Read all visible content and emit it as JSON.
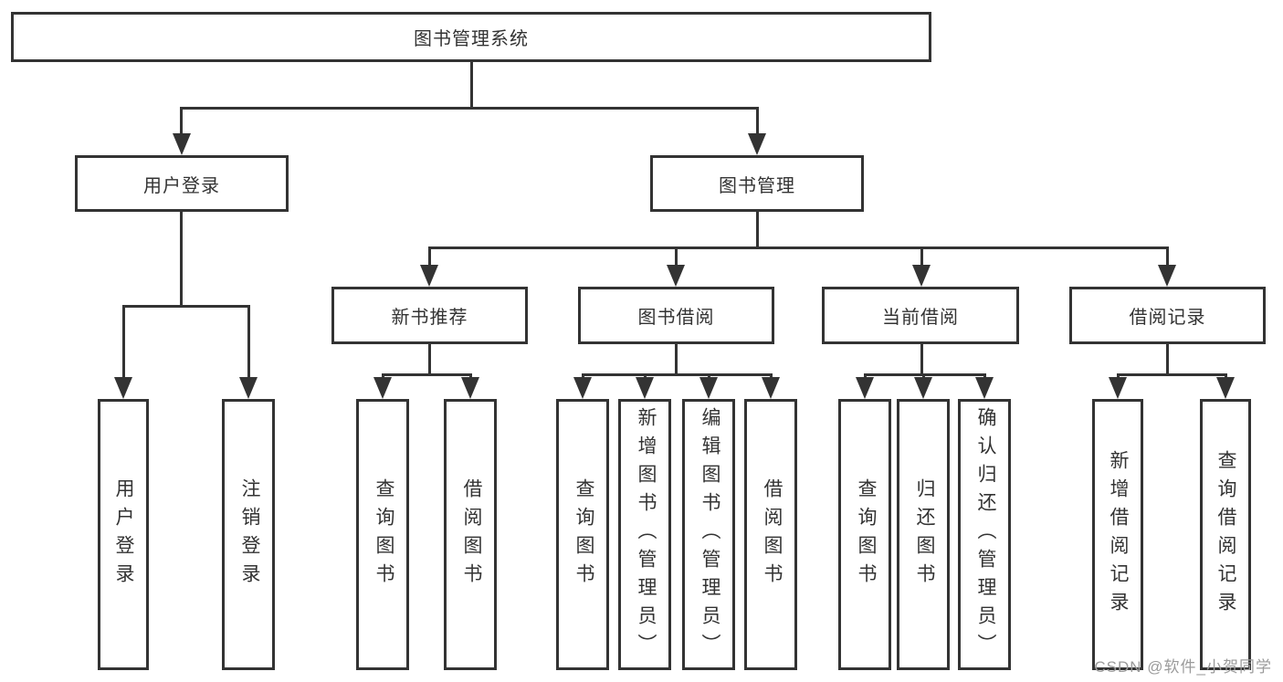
{
  "diagram": {
    "type": "hierarchy-tree",
    "root": {
      "label": "图书管理系统"
    },
    "level2": [
      {
        "id": "user-login",
        "label": "用户登录"
      },
      {
        "id": "book-management",
        "label": "图书管理"
      }
    ],
    "level3": [
      {
        "id": "new-book-recommend",
        "parent": "book-management",
        "label": "新书推荐"
      },
      {
        "id": "book-borrow",
        "parent": "book-management",
        "label": "图书借阅"
      },
      {
        "id": "current-borrow",
        "parent": "book-management",
        "label": "当前借阅"
      },
      {
        "id": "borrow-records",
        "parent": "book-management",
        "label": "借阅记录"
      }
    ],
    "leaves": [
      {
        "parent": "user-login",
        "label": "用户登录"
      },
      {
        "parent": "user-login",
        "label": "注销登录"
      },
      {
        "parent": "new-book-recommend",
        "label": "查询图书"
      },
      {
        "parent": "new-book-recommend",
        "label": "借阅图书"
      },
      {
        "parent": "book-borrow",
        "label": "查询图书"
      },
      {
        "parent": "book-borrow",
        "label": "新增图书（管理员）"
      },
      {
        "parent": "book-borrow",
        "label": "编辑图书（管理员）"
      },
      {
        "parent": "book-borrow",
        "label": "借阅图书"
      },
      {
        "parent": "current-borrow",
        "label": "查询图书"
      },
      {
        "parent": "current-borrow",
        "label": "归还图书"
      },
      {
        "parent": "current-borrow",
        "label": "确认归还（管理员）"
      },
      {
        "parent": "borrow-records",
        "label": "新增借阅记录"
      },
      {
        "parent": "borrow-records",
        "label": "查询借阅记录"
      }
    ]
  },
  "watermark": {
    "text": "CSDN @软件_小贺同学"
  },
  "colors": {
    "line": "#333333",
    "text": "#333333",
    "background": "#ffffff",
    "box_fill": "#ffffff",
    "watermark": "#9b9b9b"
  }
}
